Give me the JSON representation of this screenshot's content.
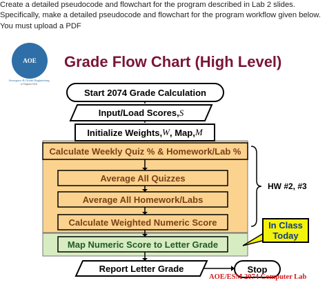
{
  "instructions": "Create a detailed pseudocode and flowchart for the program described in Lab 2 slides.  Specifically, make a detailed pseudocode and flowchart for the program workflow given below.  You must upload a PDF",
  "logo": {
    "mark": "AOE",
    "department": "Aerospace & Ocean Engineering",
    "school": "at Virginia Tech"
  },
  "slide": {
    "title": "Grade Flow Chart (High Level)",
    "start": "Start 2074 Grade Calculation",
    "input_label": "Input/Load Scores, ",
    "input_var": "S",
    "init_label": "Initialize Weights, ",
    "init_var_w": "W",
    "init_mid": ", Map, ",
    "init_var_m": "M",
    "calc_weekly": "Calculate Weekly Quiz % & Homework/Lab %",
    "avg_quizzes": "Average All Quizzes",
    "avg_hw": "Average All Homework/Labs",
    "calc_weighted": "Calculate Weighted Numeric Score",
    "map_score": "Map Numeric Score to Letter Grade",
    "report": "Report Letter Grade",
    "stop": "Stop",
    "hw_label": "HW #2, #3",
    "in_class_line1": "In Class",
    "in_class_line2": "Today",
    "footer": "AOE/ESM 2074  Computer Lab"
  },
  "colors": {
    "title": "#7a1536",
    "orange_fill": "#fbd38e",
    "green_fill": "#d8ecc2",
    "callout_fill": "#f2f20c",
    "footer": "#d21a1a"
  }
}
